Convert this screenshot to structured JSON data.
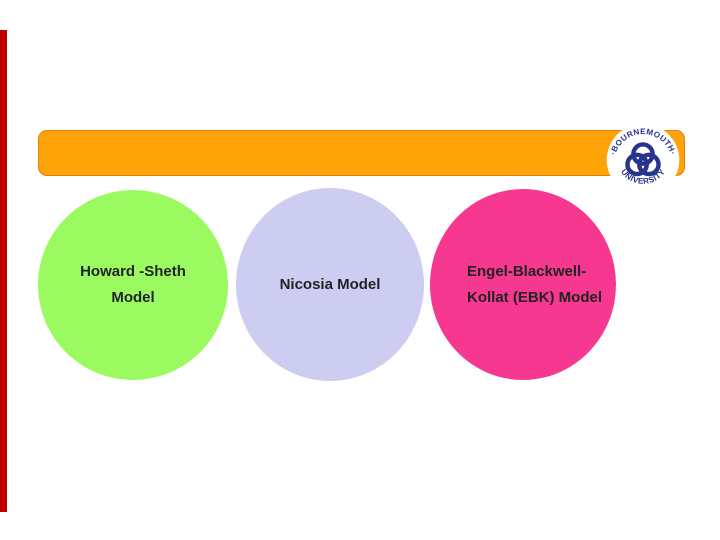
{
  "slide": {
    "background_color": "#FFFFFF",
    "text_color": "#232323",
    "accent": {
      "left_bar_color": "#C00000",
      "banner_color": "#FFA408"
    },
    "logo": {
      "top_text": "·BOURNEMOUTH·",
      "bottom_text": "UNIVERSITY",
      "ink_color": "#27348B",
      "disc_color": "#FFFFFF"
    },
    "circles": [
      {
        "id": "howard-sheth",
        "fill": "#9AFA60",
        "lines": [
          "Howard -Sheth",
          "Model"
        ]
      },
      {
        "id": "nicosia",
        "fill": "#CDCDF1",
        "lines": [
          "Nicosia Model"
        ]
      },
      {
        "id": "ebk",
        "fill": "#F63890",
        "lines": [
          "Engel-Blackwell-",
          "Kollat (EBK) Model"
        ]
      }
    ]
  }
}
